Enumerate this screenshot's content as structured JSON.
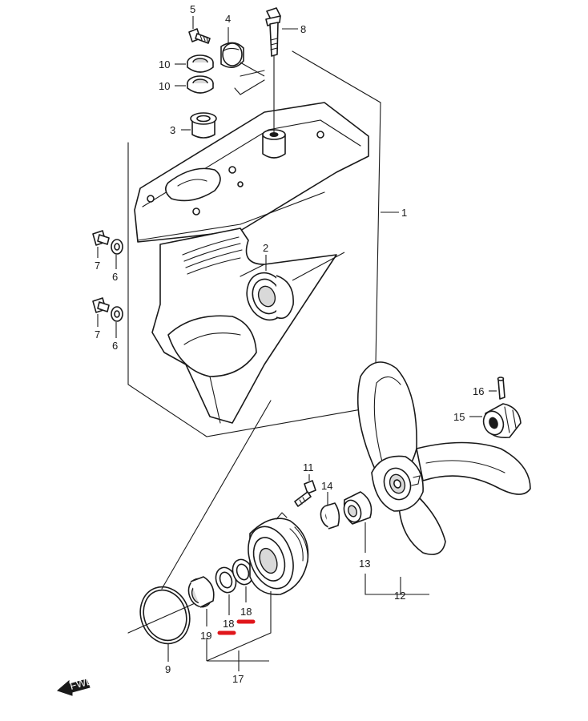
{
  "labels": {
    "p1": "1",
    "p2": "2",
    "p3": "3",
    "p4": "4",
    "p5": "5",
    "p6a": "6",
    "p6b": "6",
    "p7a": "7",
    "p7b": "7",
    "p8": "8",
    "p9": "9",
    "p10a": "10",
    "p10b": "10",
    "p11": "11",
    "p12": "12",
    "p13": "13",
    "p14": "14",
    "p15": "15",
    "p16": "16",
    "p17": "17",
    "p18a": "18",
    "p18b": "18",
    "p19": "19"
  },
  "fwd": "FWD",
  "colors": {
    "line": "#1a1a1a",
    "highlight": "#e0161b",
    "background": "#ffffff"
  },
  "highlighted_parts": [
    "18",
    "18"
  ]
}
